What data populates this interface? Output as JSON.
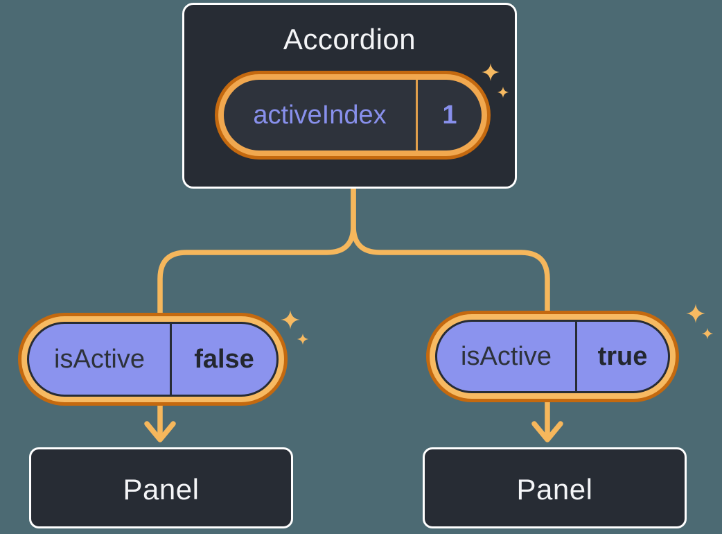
{
  "background": "#4C6A73",
  "accordion": {
    "title": "Accordion",
    "pill": {
      "label": "activeIndex",
      "value": "1"
    }
  },
  "left": {
    "pill": {
      "label": "isActive",
      "value": "false"
    },
    "panel_label": "Panel"
  },
  "right": {
    "pill": {
      "label": "isActive",
      "value": "true"
    },
    "panel_label": "Panel"
  },
  "icons": {
    "sparkle": "sparkle-icon",
    "arrow": "arrow-down-icon"
  },
  "colors": {
    "node_bg": "#272C34",
    "node_border": "#FFFFFF",
    "node_text": "#F4F5F7",
    "purple_fill": "#8B93EE",
    "purple_text": "#8890EC",
    "dark_text": "#2D323A",
    "orange_dark": "#C4690F",
    "orange_light_state": "#F1A84F",
    "orange_light_prop": "#F7BA62",
    "connector": "#F6B75C",
    "sparkle": "#F7BA62"
  }
}
